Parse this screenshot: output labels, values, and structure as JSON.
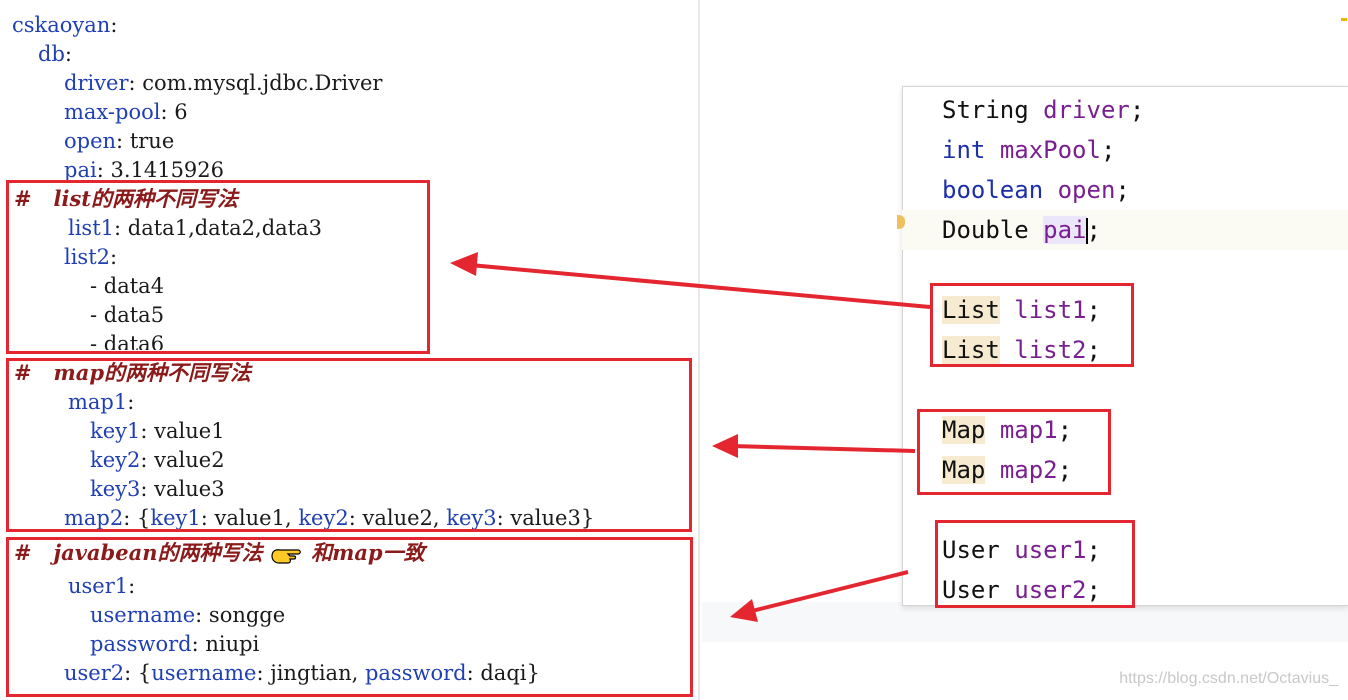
{
  "yaml": {
    "root_key": "cskaoyan",
    "db_key": "db",
    "driver_key": "driver",
    "driver_value": "com.mysql.jdbc.Driver",
    "maxpool_key": "max-pool",
    "maxpool_value": "6",
    "open_key": "open",
    "open_value": "true",
    "pai_key": "pai",
    "pai_value": "3.1415926",
    "list_comment": "#   list的两种不同写法",
    "list1_key": "list1",
    "list1_value": "data1,data2,data3",
    "list2_key": "list2",
    "list2_items": [
      "- data4",
      "- data5",
      "- data6"
    ],
    "map_comment": "#   map的两种不同写法",
    "map1_key": "map1",
    "map1_entries": [
      {
        "key": "key1",
        "value": "value1"
      },
      {
        "key": "key2",
        "value": "value2"
      },
      {
        "key": "key3",
        "value": "value3"
      }
    ],
    "map2_key": "map2",
    "map2_inline": {
      "open": "{",
      "k1": "key1",
      "v1": "value1",
      "k2": "key2",
      "v2": "value2",
      "k3": "key3",
      "v3": "value3",
      "close": "}"
    },
    "bean_comment": "#   javabean的两种写法",
    "bean_comment_tail": "和map一致",
    "hand_icon": "pointing-hand-icon",
    "user1_key": "user1",
    "username_key": "username",
    "username_value": "songge",
    "password_key": "password",
    "password_value": "niupi",
    "user2_key": "user2",
    "user2_inline": {
      "open": "{",
      "k1": "username",
      "v1": "jingtian",
      "k2": "password",
      "v2": "daqi",
      "close": "}"
    }
  },
  "java": {
    "driver_type": "String",
    "driver_name": "driver",
    "maxpool_type": "int",
    "maxpool_name": "maxPool",
    "open_type": "boolean",
    "open_name": "open",
    "pai_type": "Double",
    "pai_name": "pai",
    "list_type": "List",
    "list1_name": "list1",
    "list2_name": "list2",
    "map_type": "Map",
    "map1_name": "map1",
    "map2_name": "map2",
    "user_type": "User",
    "user1_name": "user1",
    "user2_name": "user2",
    "semicolon": ";"
  },
  "watermark": "https://blog.csdn.net/Octavius_",
  "colors": {
    "annotation_red": "#e3262f",
    "yaml_key_blue": "#1f3fb3",
    "comment_red": "#8b1a1a",
    "java_keyword_blue": "#1c2fa8",
    "java_field_purple": "#7a1f8f"
  }
}
